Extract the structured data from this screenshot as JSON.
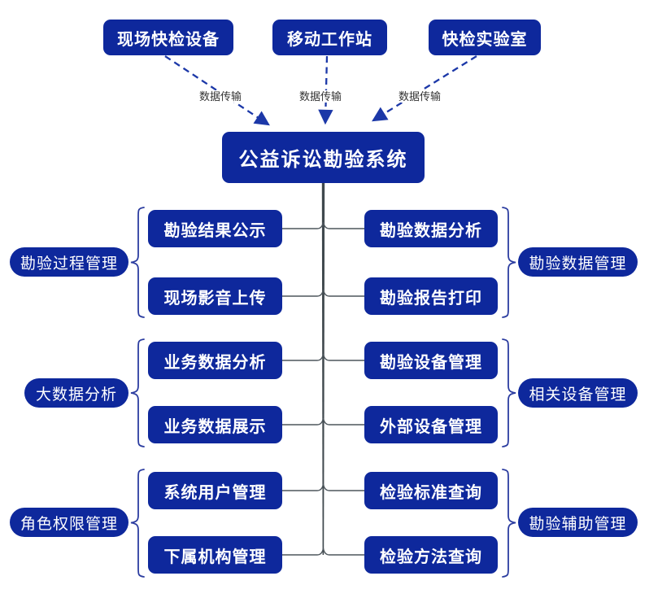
{
  "diagram": {
    "center": {
      "label": "公益诉讼勘验系统"
    },
    "sources": [
      {
        "label": "现场快检设备",
        "edge_label": "数据传输"
      },
      {
        "label": "移动工作站",
        "edge_label": "数据传输"
      },
      {
        "label": "快检实验室",
        "edge_label": "数据传输"
      }
    ],
    "groups": [
      {
        "side": "left",
        "pill": "勘验过程管理",
        "items": [
          {
            "label": "勘验结果公示"
          },
          {
            "label": "现场影音上传"
          }
        ]
      },
      {
        "side": "right",
        "pill": "勘验数据管理",
        "items": [
          {
            "label": "勘验数据分析"
          },
          {
            "label": "勘验报告打印"
          }
        ]
      },
      {
        "side": "left",
        "pill": "大数据分析",
        "items": [
          {
            "label": "业务数据分析"
          },
          {
            "label": "业务数据展示"
          }
        ]
      },
      {
        "side": "right",
        "pill": "相关设备管理",
        "items": [
          {
            "label": "勘验设备管理"
          },
          {
            "label": "外部设备管理"
          }
        ]
      },
      {
        "side": "left",
        "pill": "角色权限管理",
        "items": [
          {
            "label": "系统用户管理"
          },
          {
            "label": "下属机构管理"
          }
        ]
      },
      {
        "side": "right",
        "pill": "勘验辅助管理",
        "items": [
          {
            "label": "检验标准查询"
          },
          {
            "label": "检验方法查询"
          }
        ]
      }
    ],
    "colors": {
      "node_fill": "#0e289c",
      "node_text": "#ffffff",
      "dashed_arrow": "#1c38a8",
      "brace": "#2c3da0",
      "trunk": "#40494e",
      "connector": "#4d565c",
      "edge_label_text": "#333333"
    }
  }
}
